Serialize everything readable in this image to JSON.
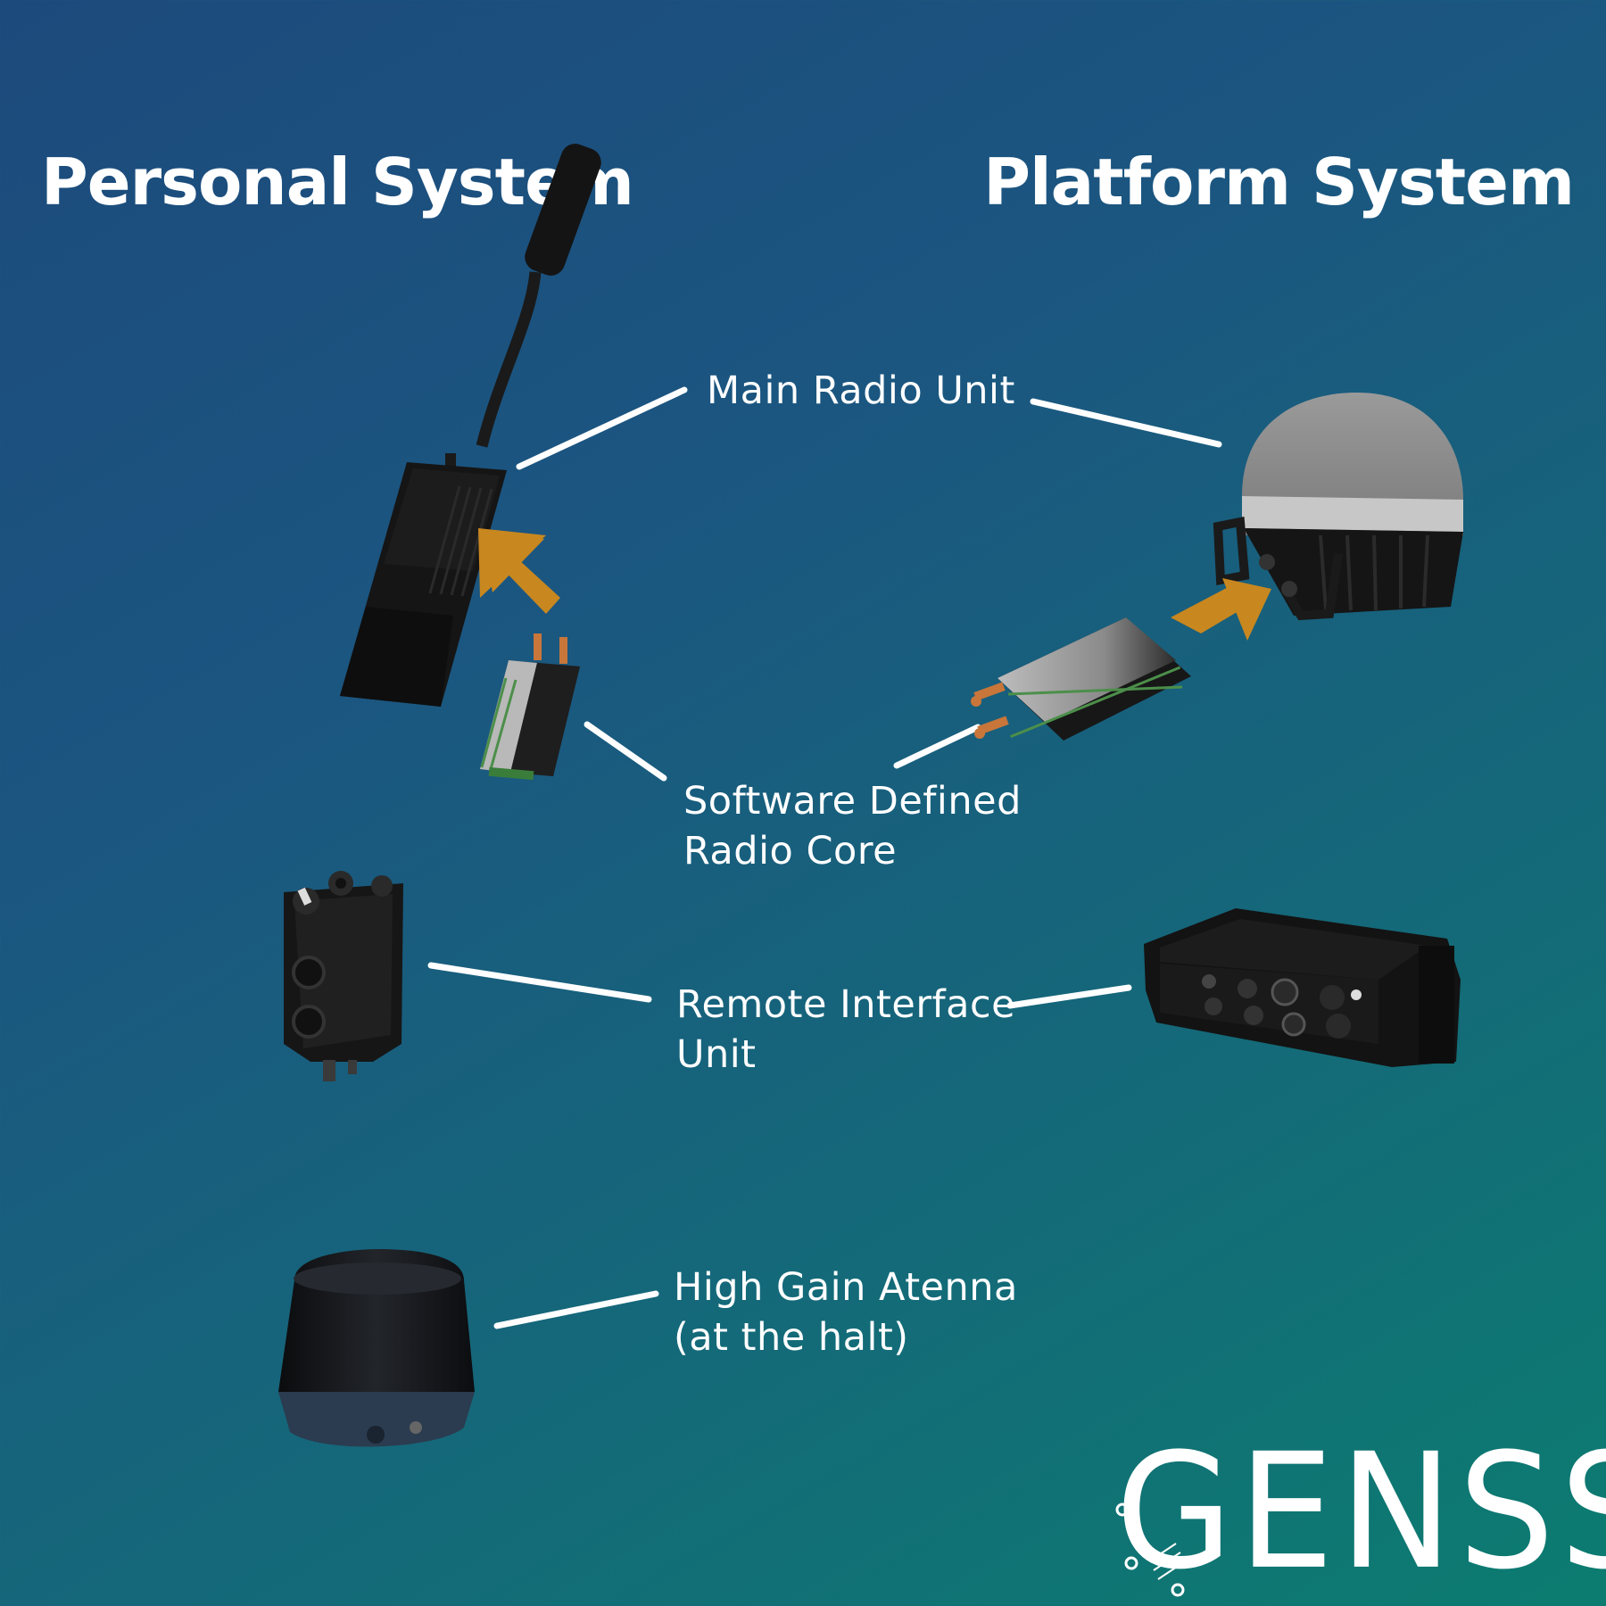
{
  "titles": {
    "personal": "Personal System",
    "platform": "Platform System"
  },
  "labels": {
    "main_radio_unit": "Main Radio Unit",
    "sdr_core": [
      "Software Defined",
      "Radio Core"
    ],
    "remote_interface_unit": [
      "Remote Interface",
      "Unit"
    ],
    "high_gain_antenna": [
      "High Gain Atenna",
      "(at the halt)"
    ]
  },
  "logo": "GENSS",
  "colors": {
    "background_start": "#1c4a7c",
    "background_end": "#0c7c70",
    "arrow": "#c8871f",
    "connector": "#ffffff"
  },
  "icons": [
    "personal-radio-icon",
    "personal-sdr-module-icon",
    "personal-remote-interface-icon",
    "high-gain-antenna-icon",
    "platform-dome-radio-icon",
    "platform-sdr-module-icon",
    "platform-remote-interface-icon"
  ]
}
